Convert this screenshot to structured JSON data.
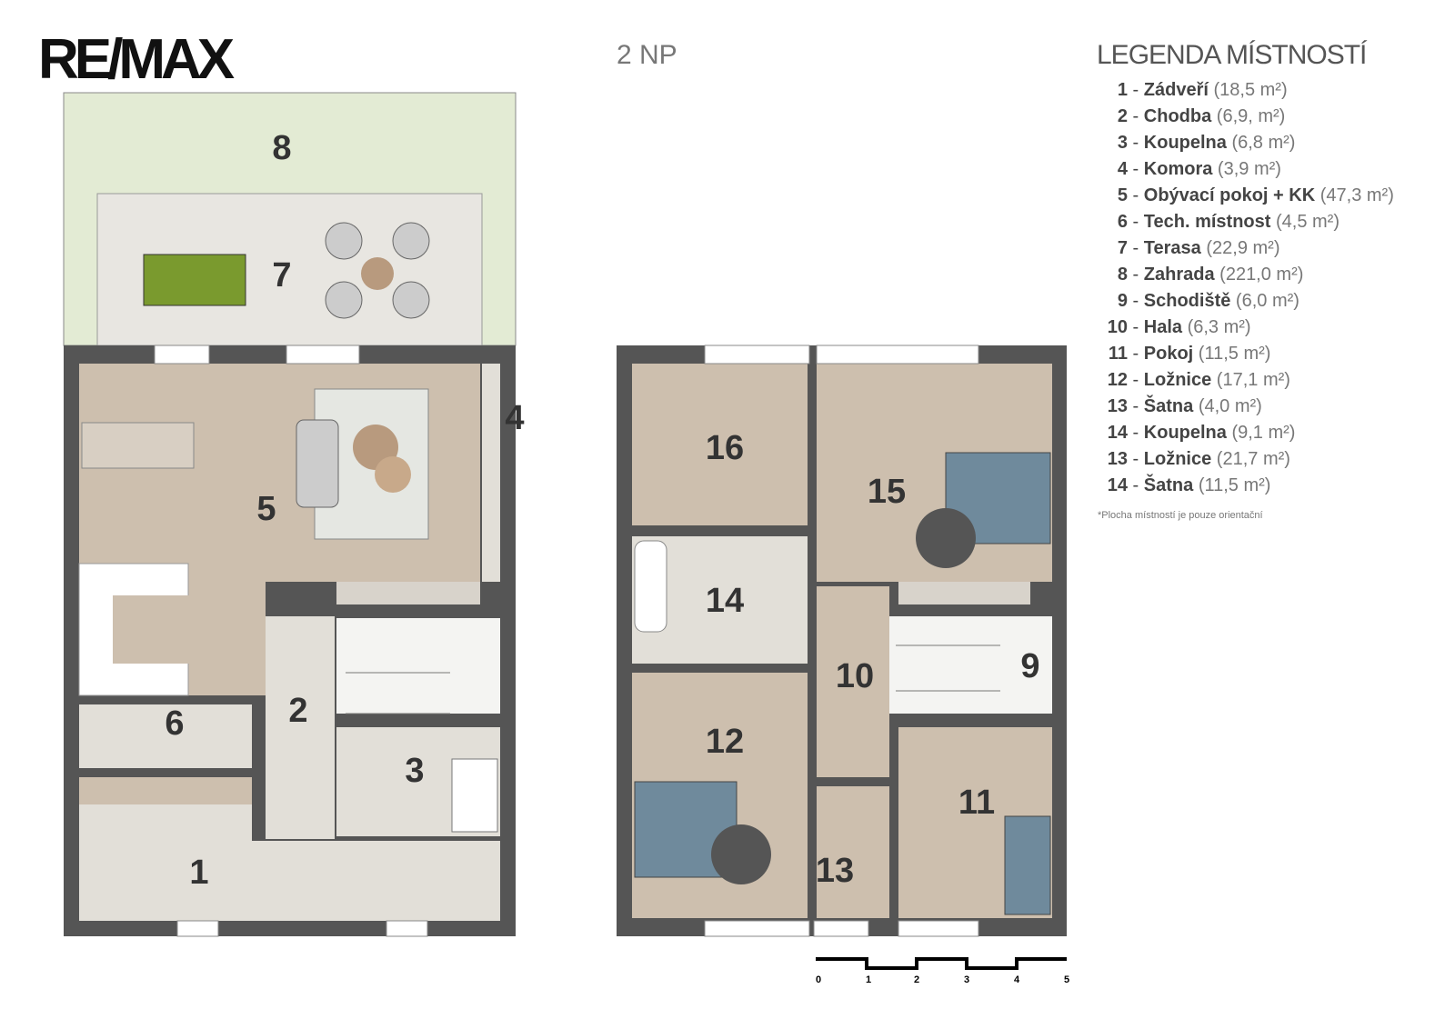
{
  "logo": "RE/MAX",
  "floor_title": "2 NP",
  "legend": {
    "title": "LEGENDA MÍSTNOSTÍ",
    "items": [
      {
        "num": "1",
        "name": "Zádveří",
        "area": "(18,5 m²)"
      },
      {
        "num": "2",
        "name": "Chodba",
        "area": "(6,9, m²)"
      },
      {
        "num": "3",
        "name": "Koupelna",
        "area": "(6,8 m²)"
      },
      {
        "num": "4",
        "name": "Komora",
        "area": "(3,9 m²)"
      },
      {
        "num": "5",
        "name": "Obývací pokoj + KK",
        "area": "(47,3 m²)"
      },
      {
        "num": "6",
        "name": "Tech. místnost",
        "area": "(4,5 m²)"
      },
      {
        "num": "7",
        "name": "Terasa",
        "area": "(22,9 m²)"
      },
      {
        "num": "8",
        "name": "Zahrada",
        "area": "(221,0 m²)"
      },
      {
        "num": "9",
        "name": "Schodiště",
        "area": "(6,0 m²)"
      },
      {
        "num": "10",
        "name": "Hala",
        "area": "(6,3 m²)"
      },
      {
        "num": "11",
        "name": "Pokoj",
        "area": "(11,5 m²)"
      },
      {
        "num": "12",
        "name": "Ložnice",
        "area": "(17,1 m²)"
      },
      {
        "num": "13",
        "name": "Šatna",
        "area": "(4,0 m²)"
      },
      {
        "num": "14",
        "name": "Koupelna",
        "area": "(9,1 m²)"
      },
      {
        "num": "13",
        "name": "Ložnice",
        "area": "(21,7 m²)"
      },
      {
        "num": "14",
        "name": "Šatna",
        "area": "(11,5 m²)"
      }
    ],
    "note": "*Plocha místností je pouze orientační"
  },
  "room_labels": {
    "r1": "1",
    "r2": "2",
    "r3": "3",
    "r4": "4",
    "r5": "5",
    "r6": "6",
    "r7": "7",
    "r8": "8",
    "r9": "9",
    "r10": "10",
    "r11": "11",
    "r12": "12",
    "r13": "13",
    "r14": "14",
    "r15": "15",
    "r16": "16"
  },
  "scale": {
    "ticks": [
      "0",
      "1",
      "2",
      "3",
      "4",
      "5"
    ],
    "unit_note": ""
  },
  "colors": {
    "wall": "#555555",
    "wood": "#cdbfae",
    "tile": "#e2dfd8",
    "garden": "#e3ebd4",
    "bed": "#6f8a9c"
  }
}
